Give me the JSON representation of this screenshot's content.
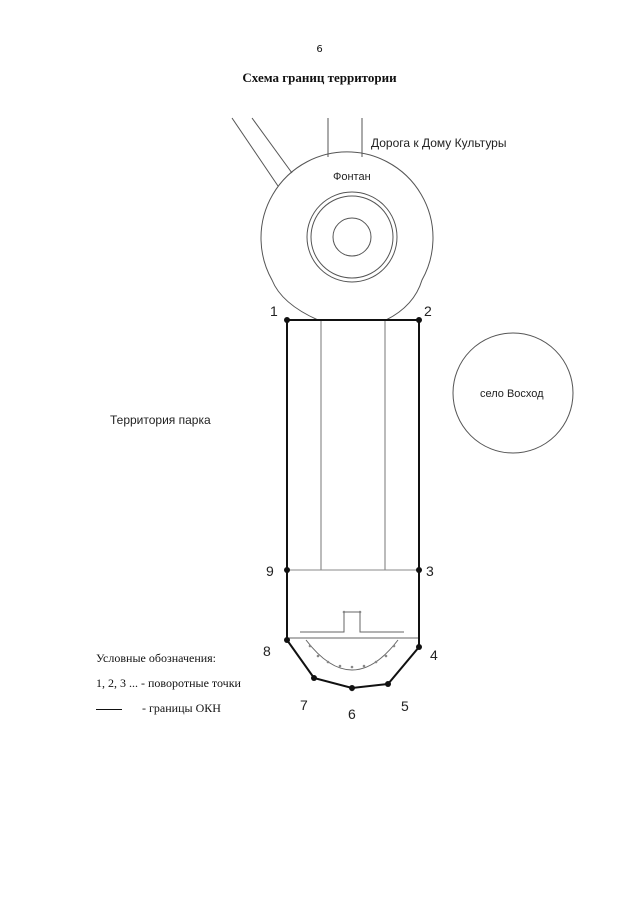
{
  "page_number": "6",
  "title": "Схема границ территории",
  "labels": {
    "road": "Дорога к Дому Культуры",
    "fountain": "Фонтан",
    "village": "село Восход",
    "park": "Территория парка"
  },
  "points": [
    "1",
    "2",
    "3",
    "4",
    "5",
    "6",
    "7",
    "8",
    "9"
  ],
  "legend": {
    "heading": "Условные обозначения:",
    "turning_points": "1, 2, 3 ... - поворотные точки",
    "boundary": "- границы ОКН"
  }
}
